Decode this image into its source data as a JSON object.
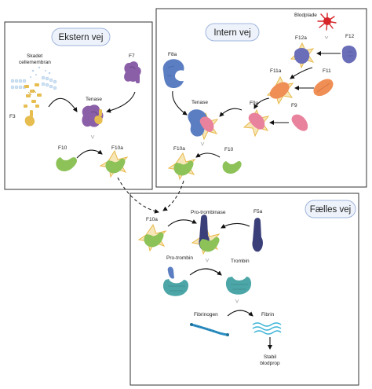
{
  "boxes": {
    "extrinsic": {
      "title": "Ekstern vej"
    },
    "intrinsic": {
      "title": "Intern vej"
    },
    "common": {
      "title": "Fælles vej"
    }
  },
  "labels": {
    "damaged_membrane_line1": "Skadet",
    "damaged_membrane_line2": "cellemembran",
    "f3": "F3",
    "f7": "F7",
    "tenase_ext": "Tenase",
    "f10_ext": "F10",
    "f10a_ext": "F10a",
    "platelet": "Blodplade",
    "f12a": "F12a",
    "f12": "F12",
    "f8a": "F8a",
    "f11a": "F11a",
    "f11": "F11",
    "tenase_int": "Tenase",
    "f9a": "F9a",
    "f9": "F9",
    "f10a_int": "F10a",
    "f10_int": "F10",
    "f10a_common": "F10a",
    "prothrombinase": "Pro-trombinase",
    "f5a": "F5a",
    "prothrombin": "Pro-trombin",
    "thrombin": "Trombin",
    "fibrinogen": "Fibrinogen",
    "fibrin": "Fibrin",
    "stable_clot_line1": "Stabil",
    "stable_clot_line2": "blodprop"
  },
  "colors": {
    "f10_green": "#8dc258",
    "f7_purple": "#8a5fa8",
    "f3_yellow": "#e6bd4e",
    "f8_blue": "#5b7ec2",
    "f11_orange": "#ef8f55",
    "f9_pink": "#e9839d",
    "platelet_red": "#d7262a",
    "f5_navy": "#3a3f7a",
    "thrombin_teal": "#4ca6a7",
    "fibrin_cyan": "#3bb3d6",
    "star_gold": "#e8b94a"
  }
}
